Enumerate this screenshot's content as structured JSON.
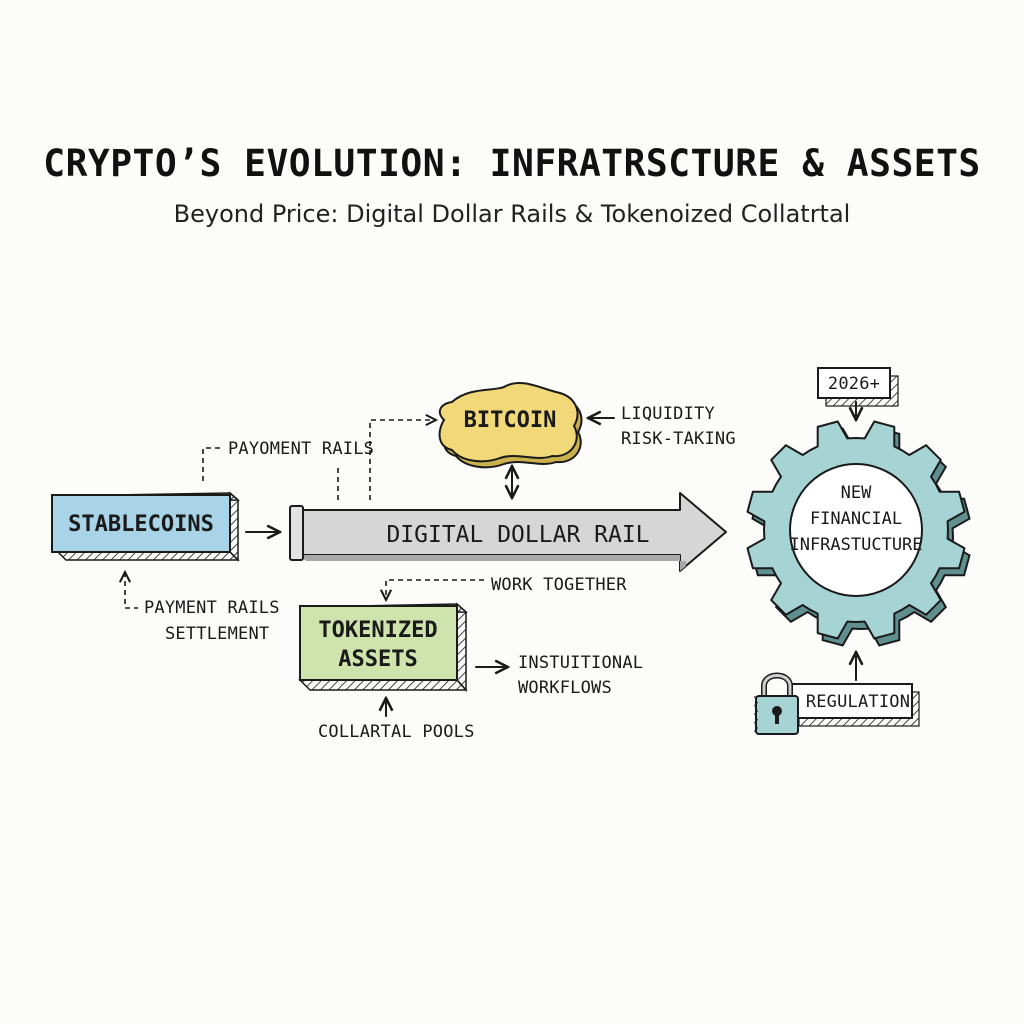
{
  "title": "CRYPTO’S EVOLUTION: INFRATRSCTURE & ASSETS",
  "subtitle": "Beyond Price: Digital Dollar Rails & Tokenoized Collatrtal",
  "nodes": {
    "stablecoins": "STABLECOINS",
    "bitcoin": "BITCOIN",
    "rail": "DIGITAL DOLLAR RAIL",
    "tokenized_line1": "TOKENIZED",
    "tokenized_line2": "ASSETS",
    "gear_line1": "NEW",
    "gear_line2": "FINANCIAL",
    "gear_line3": "INFRASTUCTURE",
    "year_tag": "2026+",
    "regulation": "REGULATION"
  },
  "annotations": {
    "payment_rails_top": "PAYOMENT RAILS",
    "liquidity_line1": "LIQUIDITY",
    "liquidity_line2": "RISK-TAKING",
    "work_together": "WORK TOGETHER",
    "payment_rails_bottom_line1": "PAYMENT RAILS",
    "payment_rails_bottom_line2": "SETTLEMENT",
    "institutional_line1": "INSTUITIONAL",
    "institutional_line2": "WORKFLOWS",
    "collateral_pools": "COLLARTAL POOLS"
  },
  "colors": {
    "stablecoins": "#a9d3e6",
    "bitcoin": "#f1d878",
    "rail": "#d6d6d6",
    "tokenized": "#cfe3ac",
    "gear": "#a6d3d3",
    "ink": "#1a1a1a"
  },
  "icons": [
    "lock-icon",
    "gear-icon",
    "arrow-icon"
  ]
}
